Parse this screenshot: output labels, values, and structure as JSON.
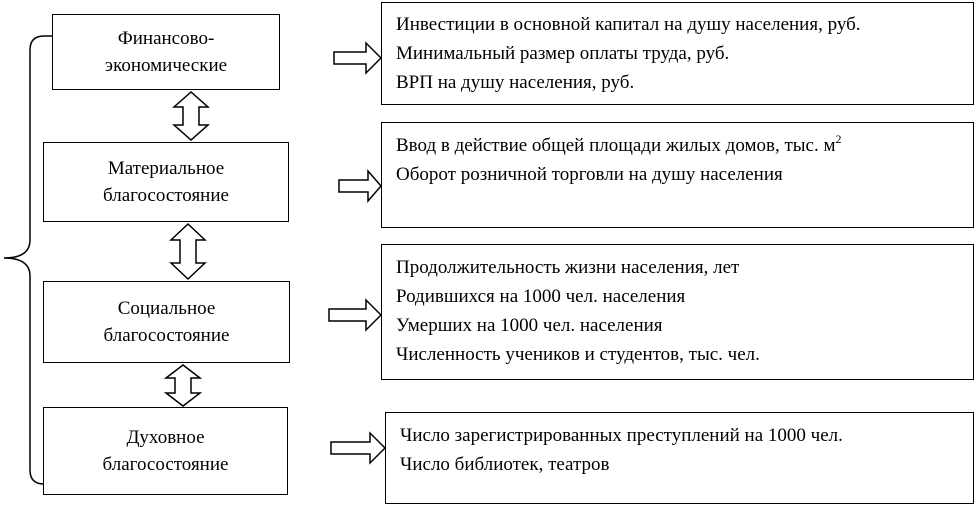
{
  "categories": [
    {
      "lines": [
        "Финансово-",
        "экономические"
      ]
    },
    {
      "lines": [
        "Материальное",
        "благосостояние"
      ]
    },
    {
      "lines": [
        "Социальное",
        "благосостояние"
      ]
    },
    {
      "lines": [
        "Духовное",
        "благосостояние"
      ]
    }
  ],
  "indicators": [
    {
      "lines": [
        "Инвестиции в основной капитал на душу населения, руб.",
        "Минимальный размер оплаты труда, руб.",
        "ВРП на душу населения, руб."
      ]
    },
    {
      "lines": [
        "Ввод в действие общей площади жилых домов, тыс. м",
        "Оборот розничной торговли на душу населения"
      ],
      "superscript": "2"
    },
    {
      "lines": [
        "Продолжительность жизни населения, лет",
        "Родившихся на 1000 чел. населения",
        "Умерших на 1000 чел. населения",
        "Численность учеников и студентов, тыс. чел."
      ]
    },
    {
      "lines": [
        "Число зарегистрированных преступлений на 1000 чел.",
        "Число библиотек, театров"
      ]
    }
  ]
}
